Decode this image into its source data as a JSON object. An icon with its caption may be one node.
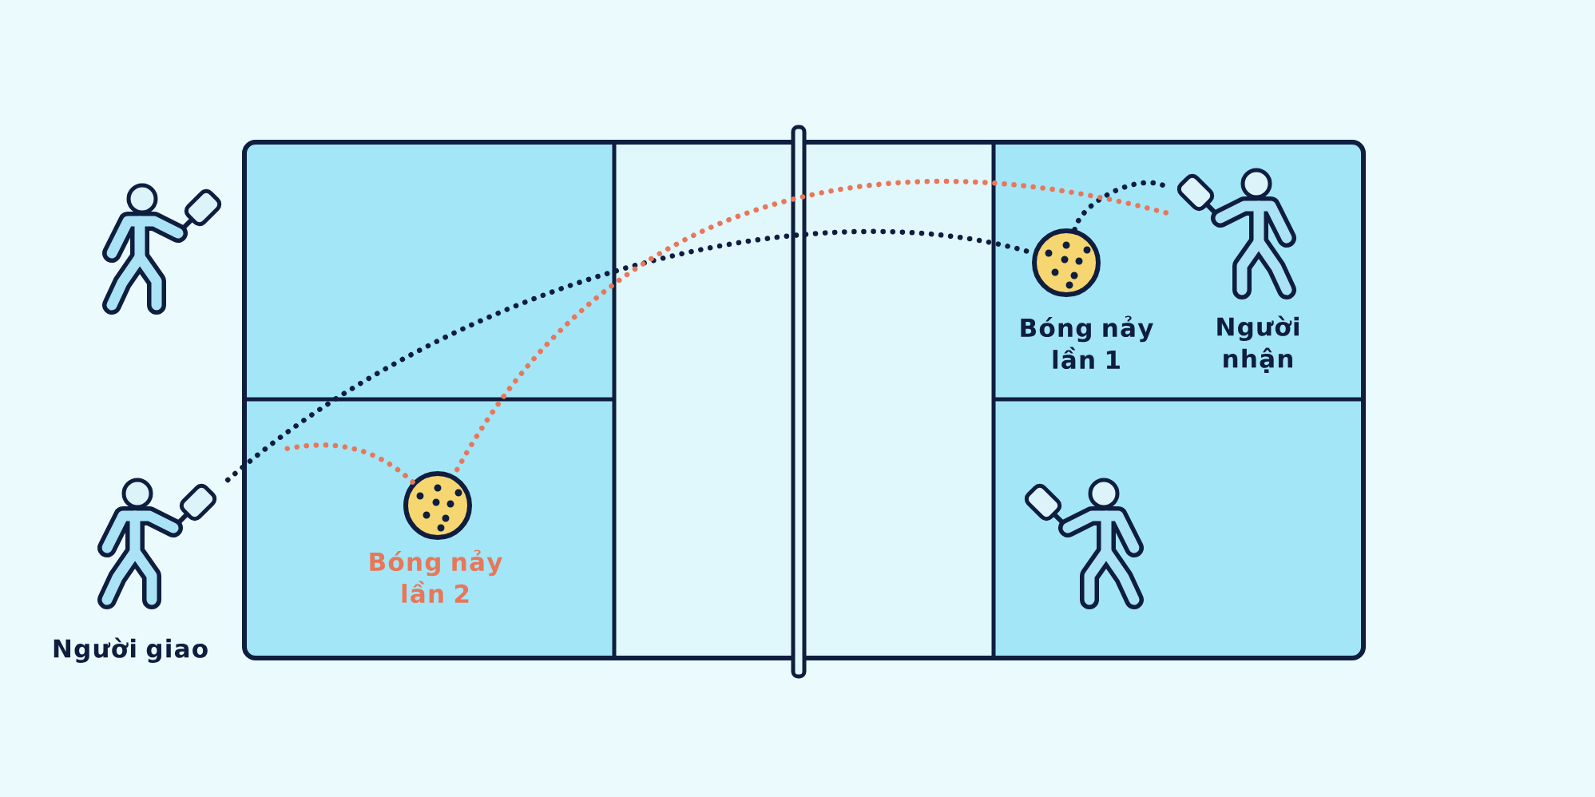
{
  "diagram": {
    "nodes": [
      {
        "text": [],
        "shape": "person"
      },
      {
        "text": [],
        "shape": "person",
        "beside": [
          "Người giao"
        ]
      },
      {
        "text": [],
        "shape": "circle",
        "beside": [
          "Bóng nảy lần 2"
        ]
      },
      {
        "text": [],
        "shape": "circle",
        "beside": [
          "Bóng nảy lần 1"
        ]
      },
      {
        "text": [],
        "shape": "person",
        "beside": [
          "Người nhận"
        ]
      },
      {
        "text": [],
        "shape": "person"
      }
    ],
    "edges": [
      {
        "from": 1,
        "to": 3,
        "arrow": "none",
        "style": "dashed"
      },
      {
        "from": 3,
        "to": 4,
        "arrow": "none",
        "style": "dashed"
      },
      {
        "from": 4,
        "to": 2,
        "arrow": "none",
        "style": "dashed",
        "color": "#e8775a"
      },
      {
        "from": 2,
        "to": null,
        "arrow": "none",
        "style": "dashed",
        "color": "#e8775a"
      }
    ]
  }
}
